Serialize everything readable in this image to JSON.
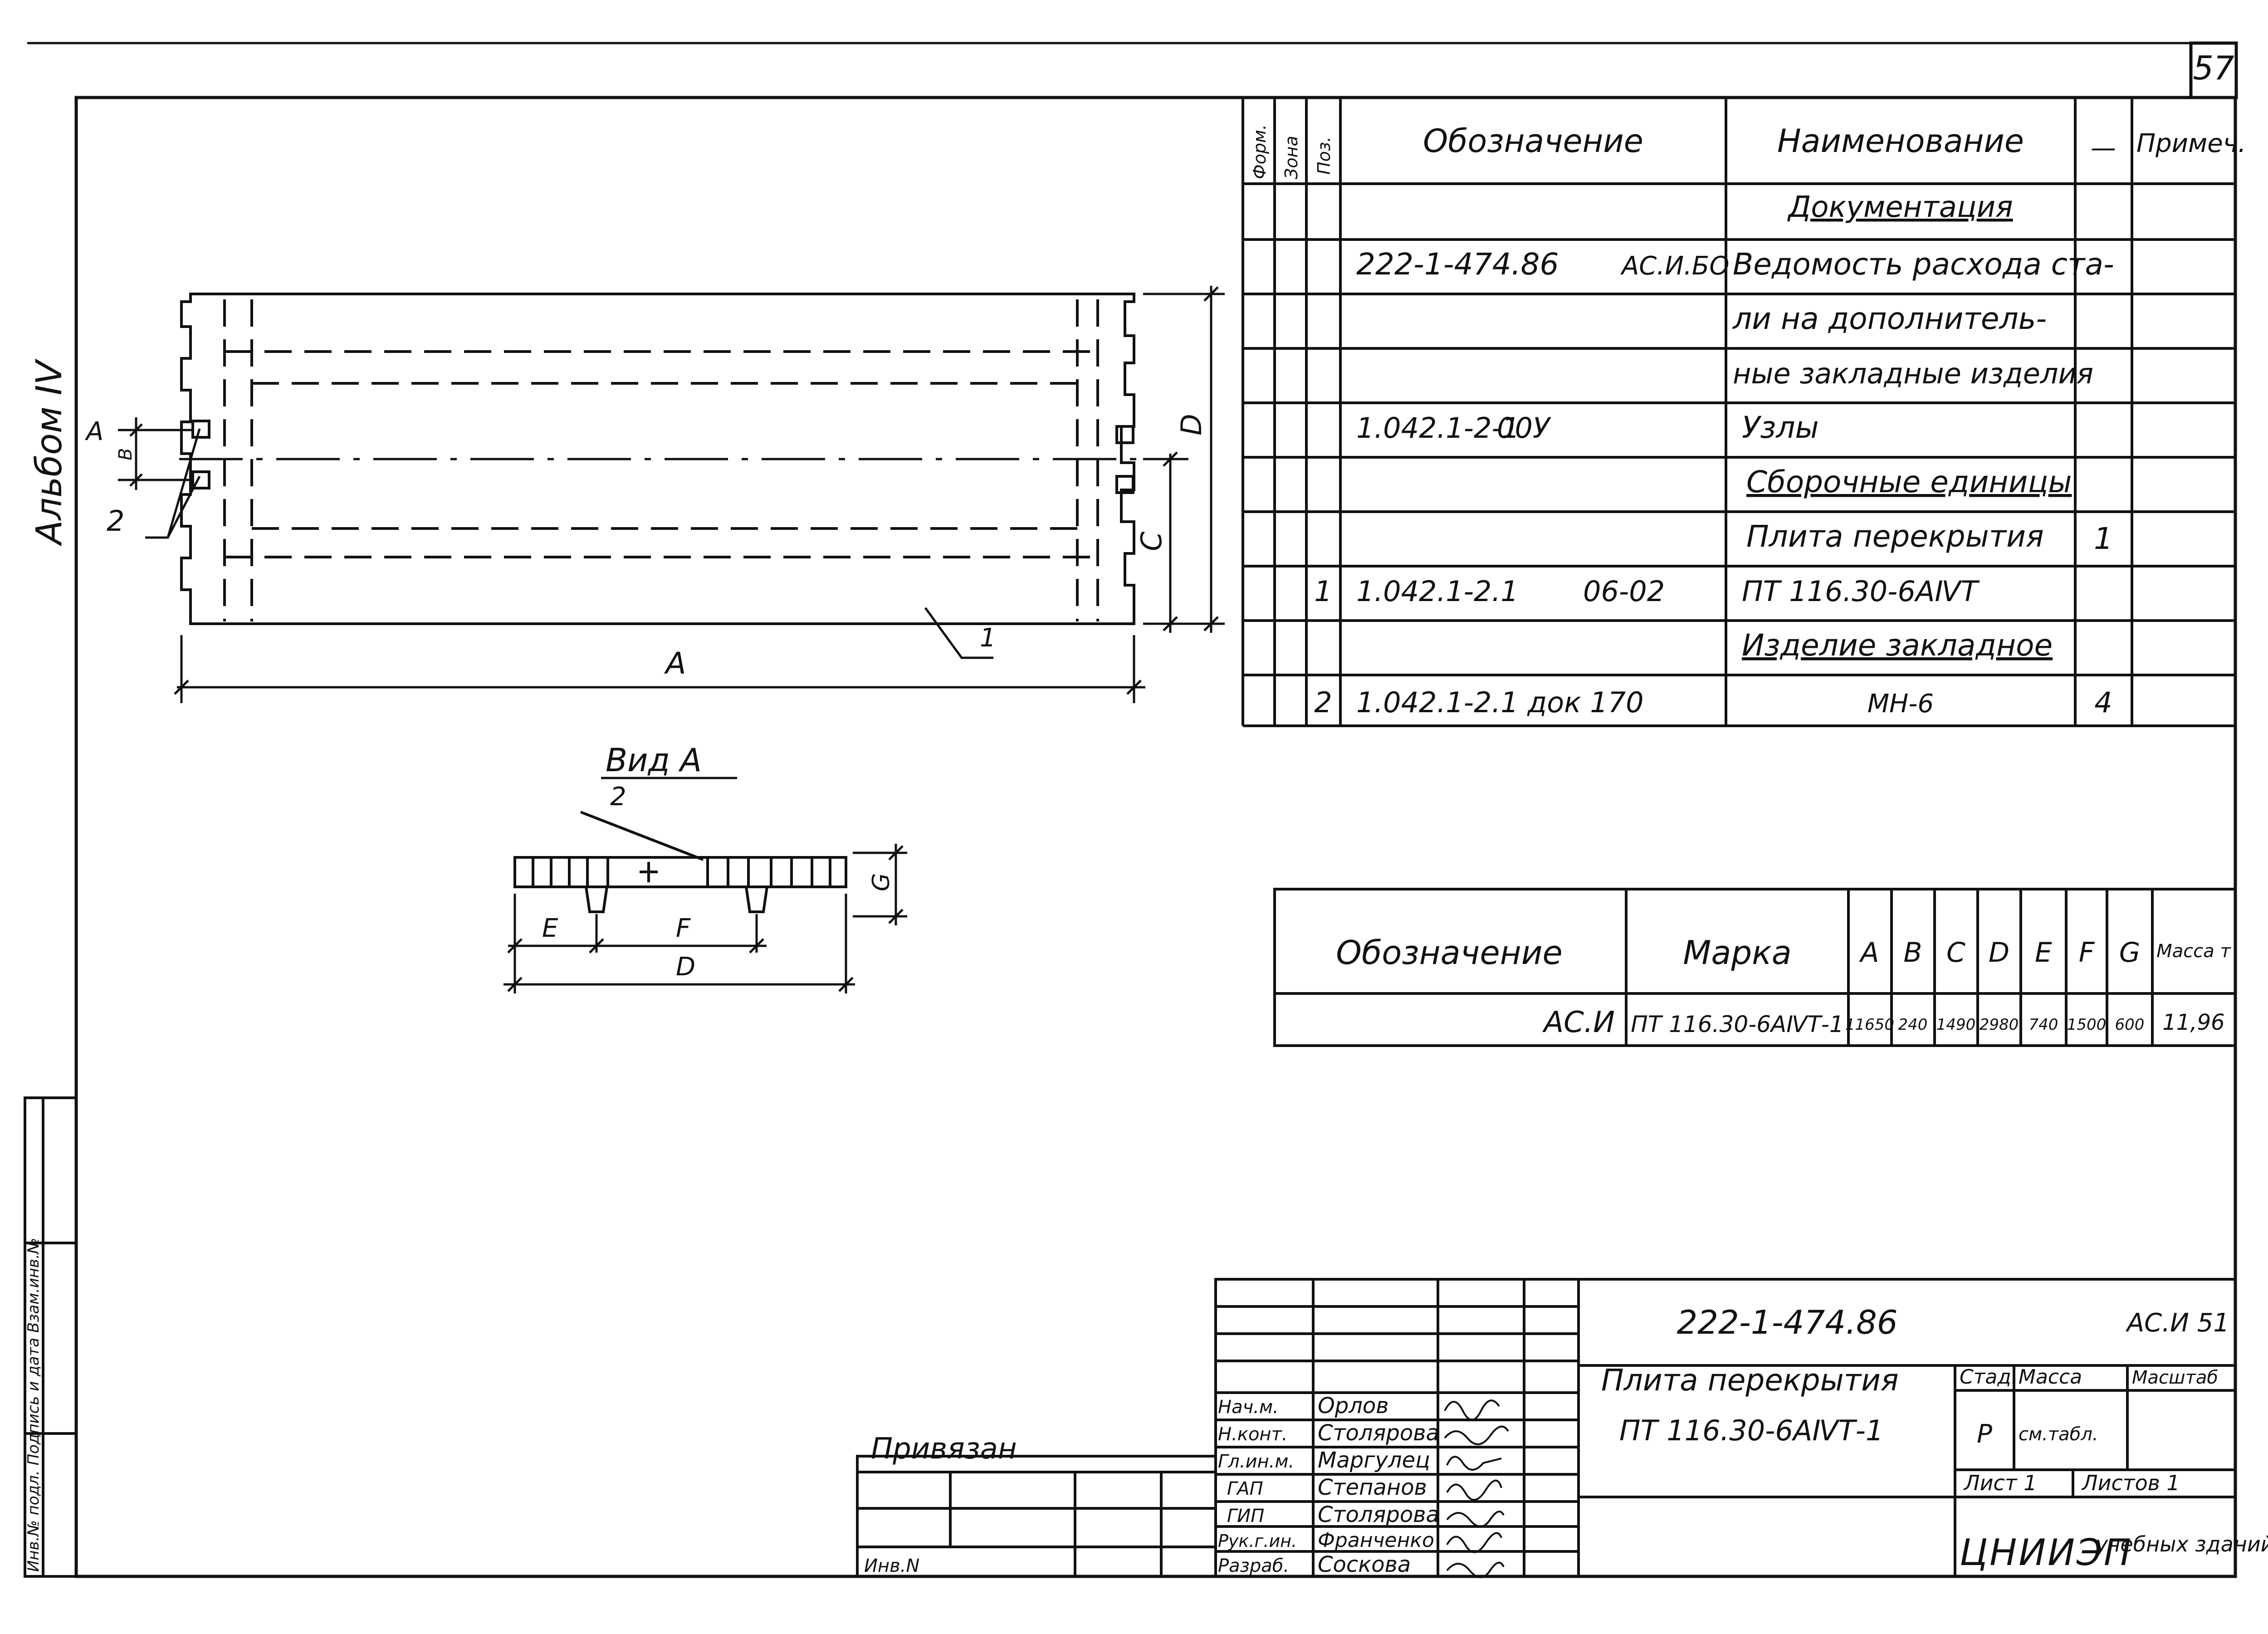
{
  "page_number": "57",
  "album_label": "Альбом IV",
  "side_stamp_text": "Инв.№ подл.  Подпись и дата  Взам.инв.№",
  "spec_table": {
    "headers": {
      "form": "Форм.",
      "zone": "Зона",
      "pos": "Поз.",
      "designation": "Обозначение",
      "name": "Наименование",
      "qty": "—",
      "note": "Примеч."
    },
    "rows": [
      {
        "pos": "",
        "designation": "",
        "code": "",
        "name": "Документация",
        "qty": ""
      },
      {
        "pos": "",
        "designation": "222-1-474.86",
        "code": "АС.И.БО",
        "name": "Ведомость расхода ста-",
        "qty": ""
      },
      {
        "pos": "",
        "designation": "",
        "code": "",
        "name": "ли на дополнитель-",
        "qty": ""
      },
      {
        "pos": "",
        "designation": "",
        "code": "",
        "name": "ные закладные изделия",
        "qty": ""
      },
      {
        "pos": "",
        "designation": "1.042.1-2-1",
        "code": "00У",
        "name": "Узлы",
        "qty": ""
      },
      {
        "pos": "",
        "designation": "",
        "code": "",
        "name": "Сборочные единицы",
        "qty": ""
      },
      {
        "pos": "",
        "designation": "",
        "code": "",
        "name": "Плита перекрытия",
        "qty": "1"
      },
      {
        "pos": "1",
        "designation": "1.042.1-2.1",
        "code": "06-02",
        "name": "ПТ 116.30-6АⅣТ",
        "qty": ""
      },
      {
        "pos": "",
        "designation": "",
        "code": "",
        "name": "Изделие закладное",
        "qty": ""
      },
      {
        "pos": "2",
        "designation": "1.042.1-2.1 док 170",
        "code": "",
        "name": "МН-6",
        "qty": "4"
      }
    ]
  },
  "drawing": {
    "dim_a": "A",
    "dim_b": "B",
    "dim_c": "C",
    "dim_d": "D",
    "dim_e": "E",
    "dim_f": "F",
    "dim_g": "G",
    "pos1": "1",
    "pos2": "2",
    "view_a_title": "Вид А",
    "view_marker": "А"
  },
  "dims_table": {
    "headers": [
      "Обозначение",
      "Марка",
      "A",
      "B",
      "C",
      "D",
      "E",
      "F",
      "G",
      "Масса т"
    ],
    "row": [
      "АС.И",
      "ПТ 116.30-6АⅣТ-1",
      "11650",
      "240",
      "1490",
      "2980",
      "740",
      "1500",
      "600",
      "11,96"
    ]
  },
  "title_block": {
    "doc_number": "222-1-474.86",
    "sheet_code": "АС.И 51",
    "title_line1": "Плита перекрытия",
    "title_line2": "ПТ 116.30-6АⅣТ-1",
    "stage_label": "Стад.",
    "mass_label": "Масса",
    "scale_label": "Масштаб",
    "stage_value": "Р",
    "mass_value": "см.табл.",
    "sheet_label": "Лист 1",
    "sheets_label": "Листов 1",
    "org": "ЦНИИЭП",
    "org_sub": "учебных зданий",
    "privyazan": "Привязан",
    "inv_no": "Инв.N",
    "signers": [
      {
        "role": "Нач.м.",
        "name": "Орлов"
      },
      {
        "role": "Н.конт.",
        "name": "Столярова"
      },
      {
        "role": "Гл.ин.м.",
        "name": "Маргулец"
      },
      {
        "role": "ГАП",
        "name": "Степанов"
      },
      {
        "role": "ГИП",
        "name": "Столярова"
      },
      {
        "role": "Рук.г.ин.",
        "name": "Франченко"
      },
      {
        "role": "Разраб.",
        "name": "Соскова"
      }
    ]
  }
}
